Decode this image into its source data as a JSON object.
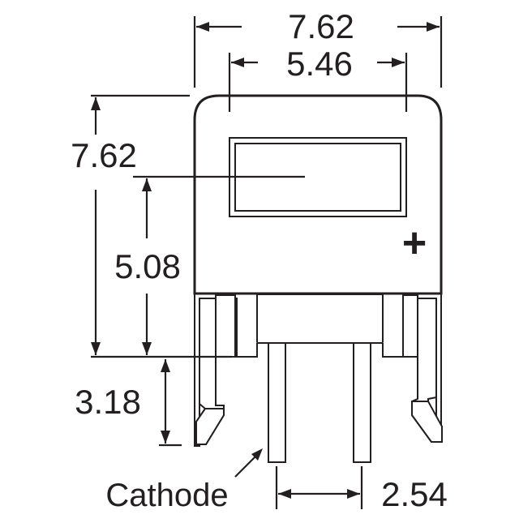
{
  "diagram": {
    "dimensions": {
      "overall_width": "7.62",
      "window_width": "5.46",
      "body_height": "7.62",
      "window_center_height": "5.08",
      "lead_bend_height": "3.18",
      "lead_pitch": "2.54"
    },
    "labels": {
      "polarity": "+",
      "cathode": "Cathode"
    }
  }
}
